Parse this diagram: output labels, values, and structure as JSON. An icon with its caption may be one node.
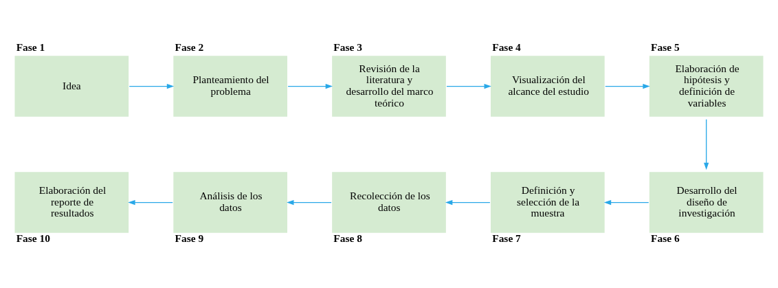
{
  "diagram": {
    "nodes": [
      {
        "text": [
          "Idea"
        ],
        "beside": [
          "Fase 1"
        ]
      },
      {
        "text": [
          "Planteamiento del problema"
        ],
        "beside": [
          "Fase 2"
        ]
      },
      {
        "text": [
          "Revisión de la literatura y desarrollo del marco teórico"
        ],
        "beside": [
          "Fase 3"
        ]
      },
      {
        "text": [
          "Visualización del alcance del estudio"
        ],
        "beside": [
          "Fase 4"
        ]
      },
      {
        "text": [
          "Elaboración de hipótesis y definición de variables"
        ],
        "beside": [
          "Fase 5"
        ]
      },
      {
        "text": [
          "Desarrollo del diseño de investigación"
        ],
        "beside": [
          "Fase 6"
        ]
      },
      {
        "text": [
          "Definición y selección de la muestra"
        ],
        "beside": [
          "Fase 7"
        ]
      },
      {
        "text": [
          "Recolección de los datos"
        ],
        "beside": [
          "Fase 8"
        ]
      },
      {
        "text": [
          "Análisis de los datos"
        ],
        "beside": [
          "Fase 9"
        ]
      },
      {
        "text": [
          "Elaboración del reporte de resultados"
        ],
        "beside": [
          "Fase 10"
        ]
      }
    ],
    "edges": [
      {
        "from": 0,
        "to": 1,
        "arrow": "to"
      },
      {
        "from": 1,
        "to": 2,
        "arrow": "to"
      },
      {
        "from": 2,
        "to": 3,
        "arrow": "to"
      },
      {
        "from": 3,
        "to": 4,
        "arrow": "to"
      },
      {
        "from": 4,
        "to": 5,
        "arrow": "to"
      },
      {
        "from": 5,
        "to": 6,
        "arrow": "to"
      },
      {
        "from": 6,
        "to": 7,
        "arrow": "to"
      },
      {
        "from": 7,
        "to": 8,
        "arrow": "to"
      },
      {
        "from": 8,
        "to": 9,
        "arrow": "to"
      }
    ]
  }
}
